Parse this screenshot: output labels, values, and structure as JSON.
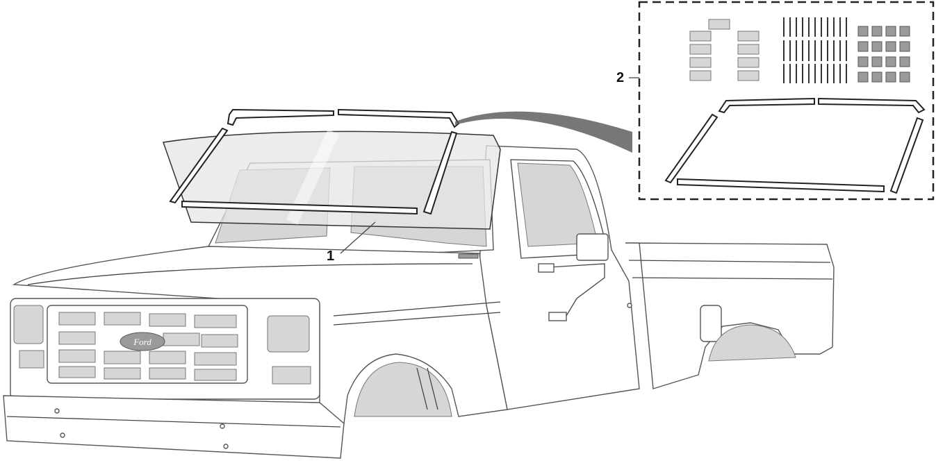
{
  "callouts": [
    {
      "number": "1",
      "part": "windshield"
    },
    {
      "number": "2",
      "part": "molding-kit"
    }
  ],
  "logo": "Ford",
  "colors": {
    "line": "#444444",
    "shade": "#d6d6d6",
    "kit_border": "#222222"
  }
}
